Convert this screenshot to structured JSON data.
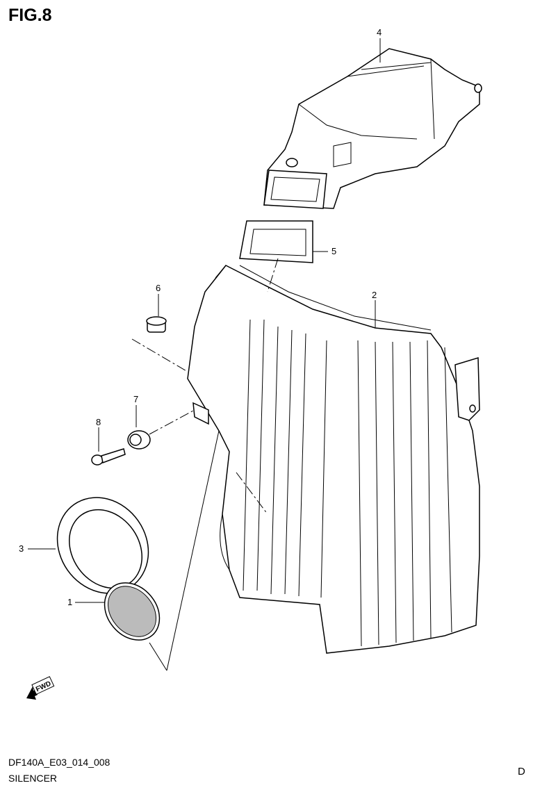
{
  "figure_title": "FIG.8",
  "diagram_code": "DF140A_E03_014_008",
  "section_name": "SILENCER",
  "corner_mark": "D",
  "fwd_icon": {
    "icon": "forward-arrow-icon",
    "lettering": "FWD"
  },
  "callouts": [
    {
      "number": "1",
      "part": "mesh-screen"
    },
    {
      "number": "2",
      "part": "silencer-case"
    },
    {
      "number": "3",
      "part": "intake-seal-ring"
    },
    {
      "number": "4",
      "part": "silencer-cover"
    },
    {
      "number": "5",
      "part": "seal"
    },
    {
      "number": "6",
      "part": "grommet"
    },
    {
      "number": "7",
      "part": "grommet"
    },
    {
      "number": "8",
      "part": "bolt"
    }
  ]
}
